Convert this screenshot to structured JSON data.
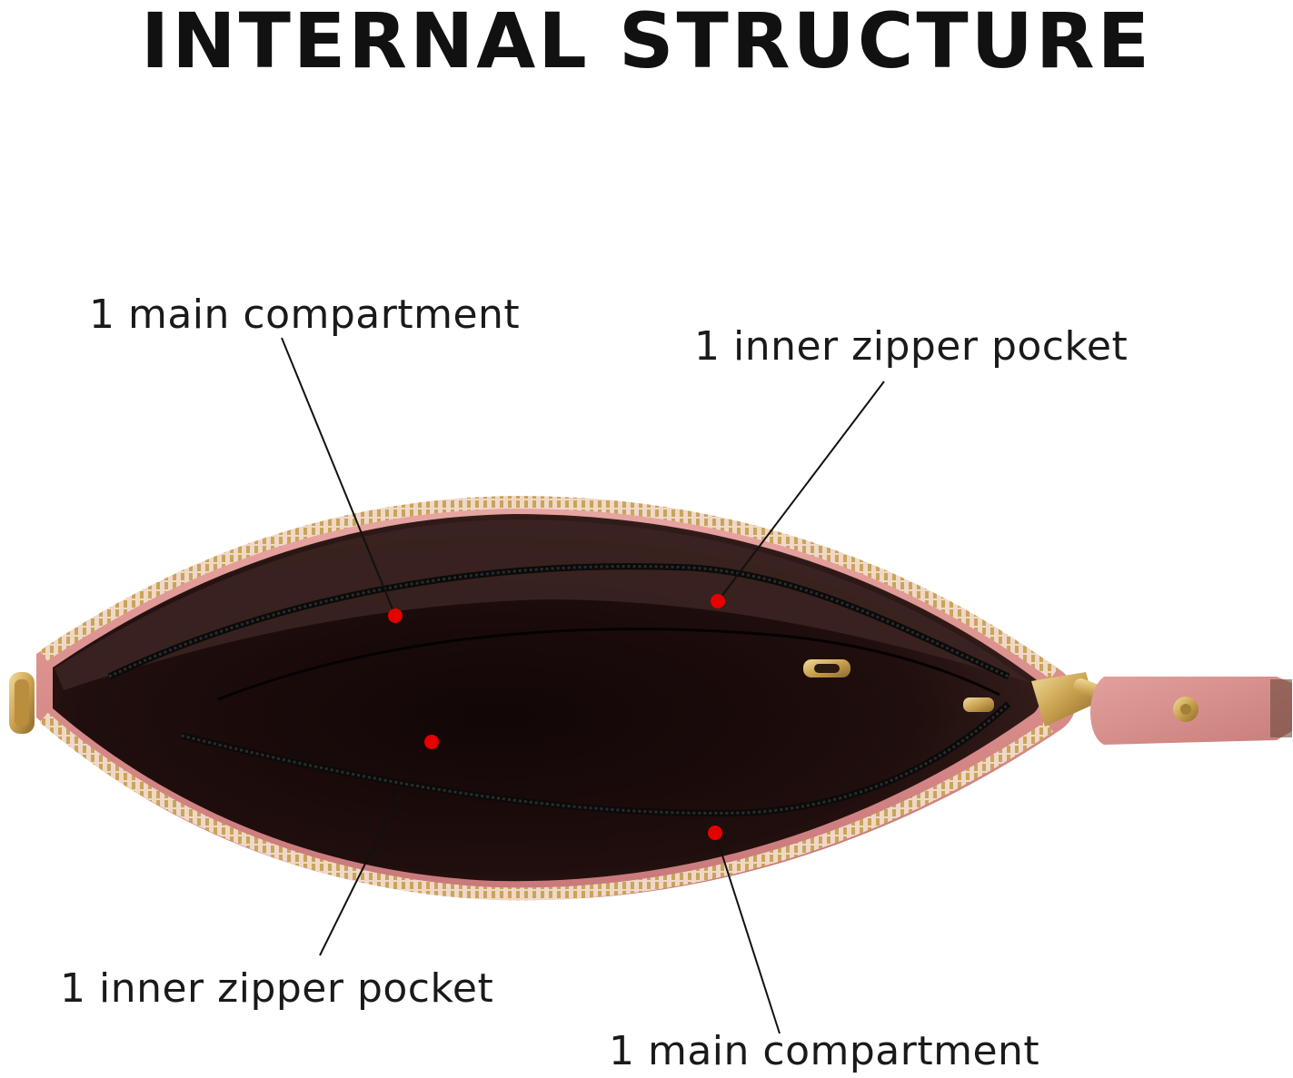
{
  "title": "INTERNAL STRUCTURE",
  "callouts": {
    "top_left": "1 main compartment",
    "top_right": "1 inner zipper pocket",
    "bottom_left": "1 inner zipper pocket",
    "bottom_right": "1 main compartment"
  },
  "colors": {
    "leather": "#dd918f",
    "lining": "#1a0c0c",
    "zipper": "#c9a45a",
    "marker": "#e60000",
    "text": "#111111"
  }
}
